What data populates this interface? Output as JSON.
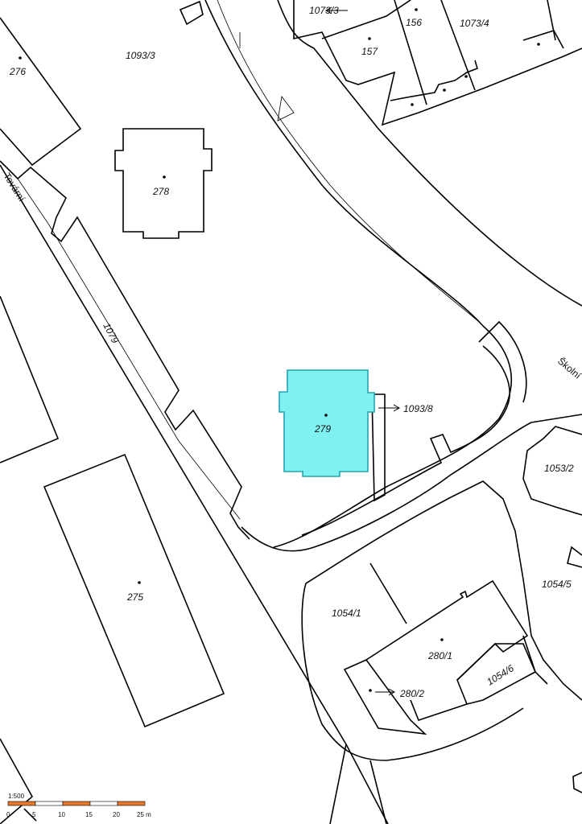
{
  "colors": {
    "line": "#000000",
    "highlight_fill": "#7ff1f1",
    "highlight_stroke": "#22a5b0",
    "scale_orange": "#e8782a",
    "scale_white": "#ffffff"
  },
  "parcels": {
    "p276_top": "276",
    "p1093_3": "1093/3",
    "p1073_3": "1073/3",
    "p156": "156",
    "p1073_4": "1073/4",
    "p157": "157",
    "p278": "278",
    "p1079": "1079",
    "p279": "279",
    "p1093_8": "1093/8",
    "p1053_2": "1053/2",
    "p1054_5": "1054/5",
    "p1054_1": "1054/1",
    "p280_1": "280/1",
    "p1054_6": "1054/6",
    "p280_2": "280/2",
    "p275": "275"
  },
  "streets": {
    "tovarni": "Tovární",
    "skolni": "Školní"
  },
  "scale": {
    "ratio": "1:500",
    "ticks": [
      "0",
      "5",
      "10",
      "15",
      "20",
      "25 m"
    ]
  }
}
